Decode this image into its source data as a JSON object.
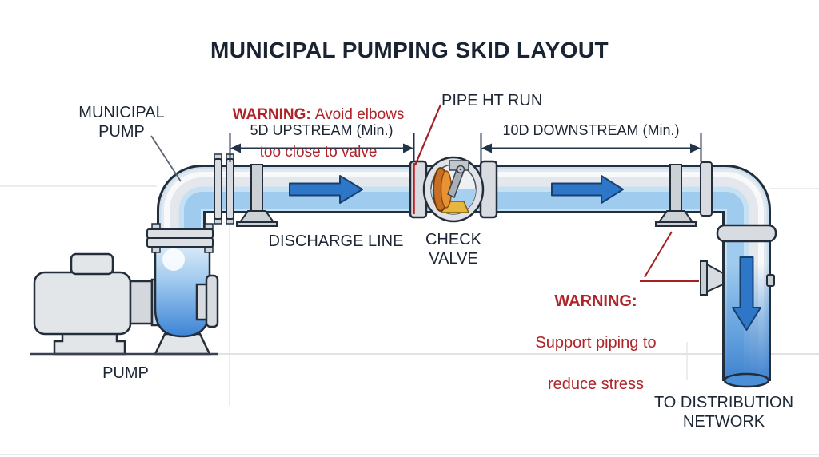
{
  "title": "MUNICIPAL PUMPING SKID LAYOUT",
  "labels": {
    "municipal_pump": "MUNICIPAL\nPUMP",
    "pipe_ht_run": "PIPE HT RUN",
    "discharge_line": "DISCHARGE LINE",
    "check_valve": "CHECK\nVALVE",
    "pump": "PUMP",
    "to_distribution": "TO DISTRIBUTION\nNETWORK"
  },
  "dimensions": {
    "upstream": "5D UPSTREAM (Min.)",
    "downstream": "10D DOWNSTREAM (Min.)"
  },
  "warnings": {
    "top": {
      "prefix": "WARNING:",
      "line1": "Avoid elbows",
      "line2": "too close to valve"
    },
    "right": {
      "prefix": "WARNING:",
      "line1": "Support piping to",
      "line2": "reduce stress"
    }
  },
  "flow_arrows": {
    "horizontal_count": 2,
    "vertical_count": 1,
    "color": "#2d76c8"
  },
  "colors": {
    "ink": "#1c2634",
    "warning_red": "#b02328",
    "leader_red": "#9b1c20",
    "flow_arrow_blue": "#2d76c8",
    "water_light": "#c6e0f4",
    "water_deep": "#4a90d9",
    "pipe_metal": "#e2e6ea",
    "outline": "#242e3a"
  }
}
